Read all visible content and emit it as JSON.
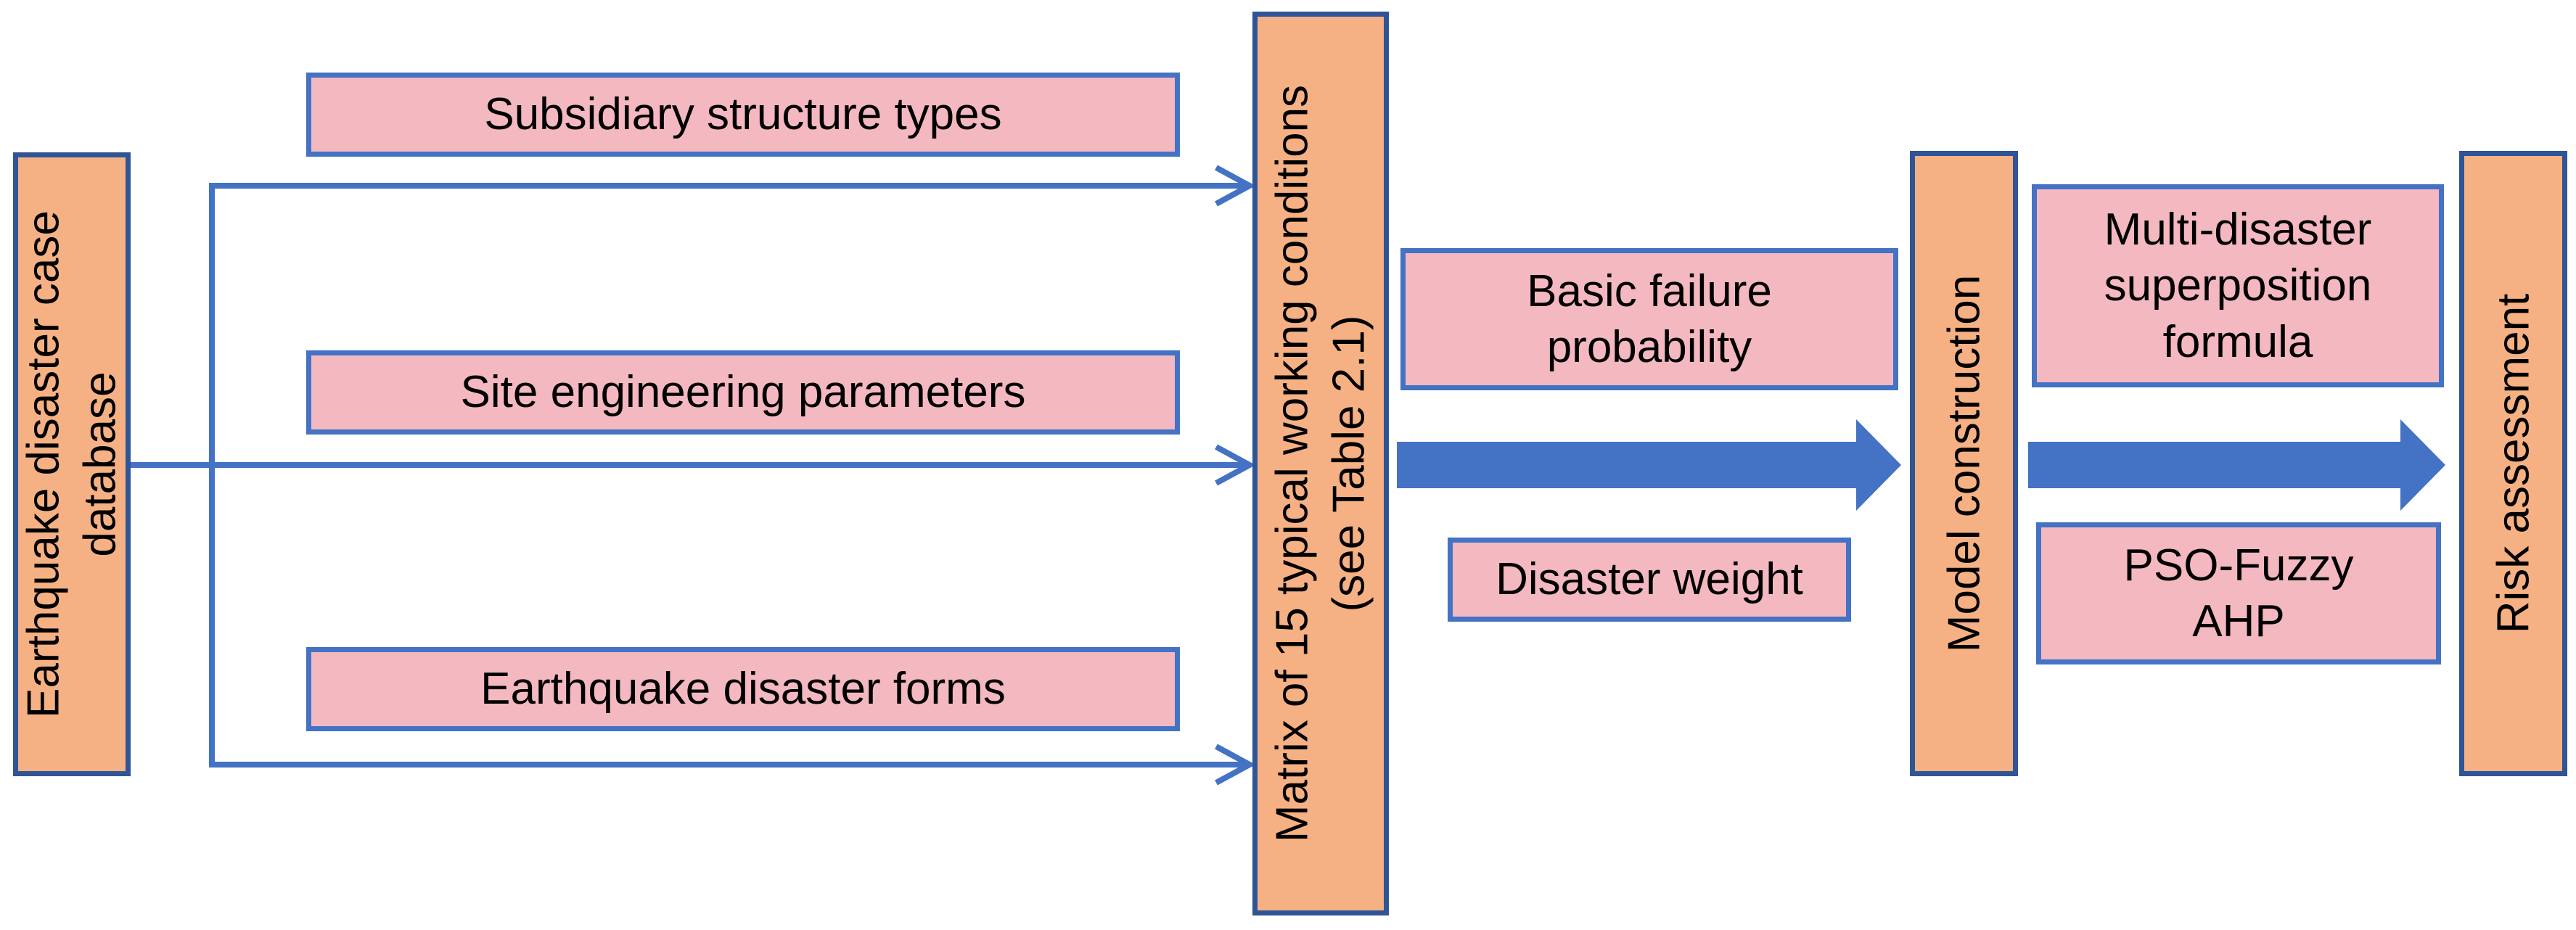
{
  "diagram": {
    "source": {
      "lines": [
        "Earthquake disaster case",
        "database"
      ]
    },
    "inputs": [
      {
        "label": "Subsidiary structure types"
      },
      {
        "label": "Site engineering parameters"
      },
      {
        "label": "Earthquake disaster forms"
      }
    ],
    "matrix": {
      "lines": [
        "Matrix of 15 typical working conditions",
        "(see Table 2.1)"
      ]
    },
    "stage1": {
      "top_lines": [
        "Basic failure",
        "probability"
      ],
      "bottom": "Disaster weight"
    },
    "model": {
      "label": "Model construction"
    },
    "stage2": {
      "top_lines": [
        "Multi-disaster",
        "superposition",
        "formula"
      ],
      "bottom_lines": [
        "PSO-Fuzzy",
        "AHP"
      ]
    },
    "result": {
      "label": "Risk assessment"
    },
    "colors": {
      "orange_fill": "#f5b183",
      "orange_border": "#2f5597",
      "pink_fill": "#f4b8c0",
      "pink_border": "#4472c4",
      "connector": "#4472c4"
    }
  }
}
